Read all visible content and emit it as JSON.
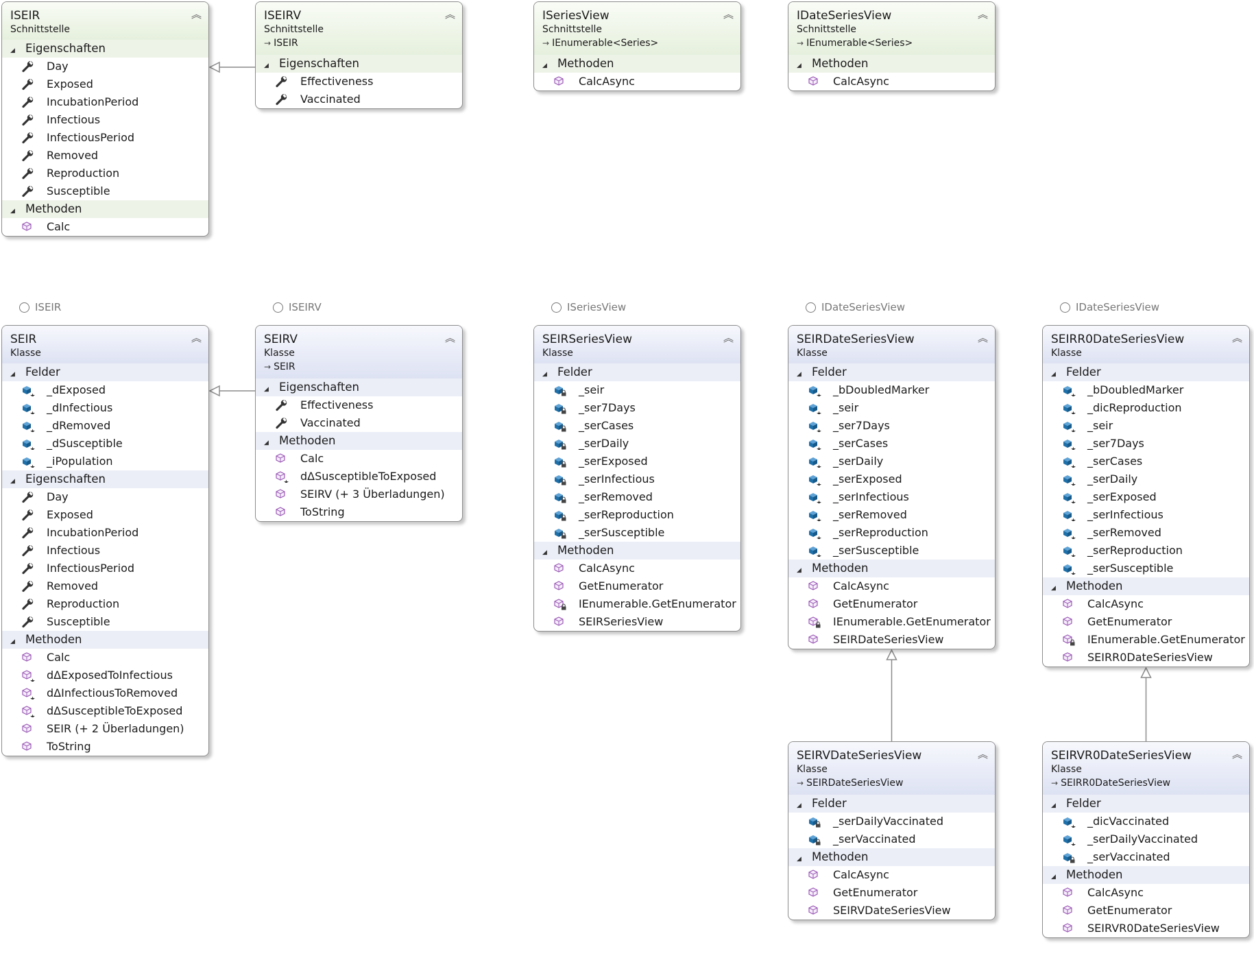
{
  "boxes": [
    {
      "id": "iseir",
      "kind": "iface",
      "name": "ISEIR",
      "stereotype": "Schnittstelle",
      "sections": [
        {
          "title": "Eigenschaften",
          "items": [
            {
              "t": "Day",
              "ic": "prop"
            },
            {
              "t": "Exposed",
              "ic": "prop"
            },
            {
              "t": "IncubationPeriod",
              "ic": "prop"
            },
            {
              "t": "Infectious",
              "ic": "prop"
            },
            {
              "t": "InfectiousPeriod",
              "ic": "prop"
            },
            {
              "t": "Removed",
              "ic": "prop"
            },
            {
              "t": "Reproduction",
              "ic": "prop"
            },
            {
              "t": "Susceptible",
              "ic": "prop"
            }
          ]
        },
        {
          "title": "Methoden",
          "items": [
            {
              "t": "Calc",
              "ic": "method"
            }
          ]
        }
      ]
    },
    {
      "id": "iseirv",
      "kind": "iface",
      "name": "ISEIRV",
      "stereotype": "Schnittstelle",
      "inherits": "ISEIR",
      "sections": [
        {
          "title": "Eigenschaften",
          "items": [
            {
              "t": "Effectiveness",
              "ic": "prop"
            },
            {
              "t": "Vaccinated",
              "ic": "prop"
            }
          ]
        }
      ]
    },
    {
      "id": "iseriesview",
      "kind": "iface",
      "name": "ISeriesView",
      "stereotype": "Schnittstelle",
      "inherits": "IEnumerable<Series>",
      "sections": [
        {
          "title": "Methoden",
          "items": [
            {
              "t": "CalcAsync",
              "ic": "method"
            }
          ]
        }
      ]
    },
    {
      "id": "idateseriesview",
      "kind": "iface",
      "name": "IDateSeriesView",
      "stereotype": "Schnittstelle",
      "inherits": "IEnumerable<Series>",
      "sections": [
        {
          "title": "Methoden",
          "items": [
            {
              "t": "CalcAsync",
              "ic": "method"
            }
          ]
        }
      ]
    },
    {
      "id": "seir",
      "kind": "cls",
      "name": "SEIR",
      "stereotype": "Klasse",
      "lollipop": "ISEIR",
      "sections": [
        {
          "title": "Felder",
          "items": [
            {
              "t": "_dExposed",
              "ic": "field-prot"
            },
            {
              "t": "_dInfectious",
              "ic": "field-prot"
            },
            {
              "t": "_dRemoved",
              "ic": "field-prot"
            },
            {
              "t": "_dSusceptible",
              "ic": "field-prot"
            },
            {
              "t": "_iPopulation",
              "ic": "field-prot"
            }
          ]
        },
        {
          "title": "Eigenschaften",
          "items": [
            {
              "t": "Day",
              "ic": "prop"
            },
            {
              "t": "Exposed",
              "ic": "prop"
            },
            {
              "t": "IncubationPeriod",
              "ic": "prop"
            },
            {
              "t": "Infectious",
              "ic": "prop"
            },
            {
              "t": "InfectiousPeriod",
              "ic": "prop"
            },
            {
              "t": "Removed",
              "ic": "prop"
            },
            {
              "t": "Reproduction",
              "ic": "prop"
            },
            {
              "t": "Susceptible",
              "ic": "prop"
            }
          ]
        },
        {
          "title": "Methoden",
          "items": [
            {
              "t": "Calc",
              "ic": "method"
            },
            {
              "t": "dΔExposedToInfectious",
              "ic": "method-prot"
            },
            {
              "t": "dΔInfectiousToRemoved",
              "ic": "method-prot"
            },
            {
              "t": "dΔSusceptibleToExposed",
              "ic": "method-prot"
            },
            {
              "t": "SEIR (+ 2 Überladungen)",
              "ic": "method"
            },
            {
              "t": "ToString",
              "ic": "method"
            }
          ]
        }
      ]
    },
    {
      "id": "seirv",
      "kind": "cls",
      "name": "SEIRV",
      "stereotype": "Klasse",
      "inherits": "SEIR",
      "lollipop": "ISEIRV",
      "sections": [
        {
          "title": "Eigenschaften",
          "items": [
            {
              "t": "Effectiveness",
              "ic": "prop"
            },
            {
              "t": "Vaccinated",
              "ic": "prop"
            }
          ]
        },
        {
          "title": "Methoden",
          "items": [
            {
              "t": "Calc",
              "ic": "method"
            },
            {
              "t": "dΔSusceptibleToExposed",
              "ic": "method-prot"
            },
            {
              "t": "SEIRV (+ 3 Überladungen)",
              "ic": "method"
            },
            {
              "t": "ToString",
              "ic": "method"
            }
          ]
        }
      ]
    },
    {
      "id": "seirseriesview",
      "kind": "cls",
      "name": "SEIRSeriesView",
      "stereotype": "Klasse",
      "lollipop": "ISeriesView",
      "sections": [
        {
          "title": "Felder",
          "items": [
            {
              "t": "_seir",
              "ic": "field-priv"
            },
            {
              "t": "_ser7Days",
              "ic": "field-priv"
            },
            {
              "t": "_serCases",
              "ic": "field-priv"
            },
            {
              "t": "_serDaily",
              "ic": "field-priv"
            },
            {
              "t": "_serExposed",
              "ic": "field-priv"
            },
            {
              "t": "_serInfectious",
              "ic": "field-priv"
            },
            {
              "t": "_serRemoved",
              "ic": "field-priv"
            },
            {
              "t": "_serReproduction",
              "ic": "field-priv"
            },
            {
              "t": "_serSusceptible",
              "ic": "field-priv"
            }
          ]
        },
        {
          "title": "Methoden",
          "items": [
            {
              "t": "CalcAsync",
              "ic": "method"
            },
            {
              "t": "GetEnumerator",
              "ic": "method"
            },
            {
              "t": "IEnumerable.GetEnumerator",
              "ic": "method-priv"
            },
            {
              "t": "SEIRSeriesView",
              "ic": "method"
            }
          ]
        }
      ]
    },
    {
      "id": "seirdateseriesview",
      "kind": "cls",
      "name": "SEIRDateSeriesView",
      "stereotype": "Klasse",
      "lollipop": "IDateSeriesView",
      "sections": [
        {
          "title": "Felder",
          "items": [
            {
              "t": "_bDoubledMarker",
              "ic": "field-prot"
            },
            {
              "t": "_seir",
              "ic": "field-prot"
            },
            {
              "t": "_ser7Days",
              "ic": "field-prot"
            },
            {
              "t": "_serCases",
              "ic": "field-prot"
            },
            {
              "t": "_serDaily",
              "ic": "field-prot"
            },
            {
              "t": "_serExposed",
              "ic": "field-prot"
            },
            {
              "t": "_serInfectious",
              "ic": "field-prot"
            },
            {
              "t": "_serRemoved",
              "ic": "field-prot"
            },
            {
              "t": "_serReproduction",
              "ic": "field-prot"
            },
            {
              "t": "_serSusceptible",
              "ic": "field-prot"
            }
          ]
        },
        {
          "title": "Methoden",
          "items": [
            {
              "t": "CalcAsync",
              "ic": "method"
            },
            {
              "t": "GetEnumerator",
              "ic": "method"
            },
            {
              "t": "IEnumerable.GetEnumerator",
              "ic": "method-priv"
            },
            {
              "t": "SEIRDateSeriesView",
              "ic": "method"
            }
          ]
        }
      ]
    },
    {
      "id": "seirr0dateseriesview",
      "kind": "cls",
      "name": "SEIRR0DateSeriesView",
      "stereotype": "Klasse",
      "lollipop": "IDateSeriesView",
      "sections": [
        {
          "title": "Felder",
          "items": [
            {
              "t": "_bDoubledMarker",
              "ic": "field-prot"
            },
            {
              "t": "_dicReproduction",
              "ic": "field-prot"
            },
            {
              "t": "_seir",
              "ic": "field-prot"
            },
            {
              "t": "_ser7Days",
              "ic": "field-prot"
            },
            {
              "t": "_serCases",
              "ic": "field-prot"
            },
            {
              "t": "_serDaily",
              "ic": "field-prot"
            },
            {
              "t": "_serExposed",
              "ic": "field-prot"
            },
            {
              "t": "_serInfectious",
              "ic": "field-prot"
            },
            {
              "t": "_serRemoved",
              "ic": "field-prot"
            },
            {
              "t": "_serReproduction",
              "ic": "field-prot"
            },
            {
              "t": "_serSusceptible",
              "ic": "field-prot"
            }
          ]
        },
        {
          "title": "Methoden",
          "items": [
            {
              "t": "CalcAsync",
              "ic": "method"
            },
            {
              "t": "GetEnumerator",
              "ic": "method"
            },
            {
              "t": "IEnumerable.GetEnumerator",
              "ic": "method-priv"
            },
            {
              "t": "SEIRR0DateSeriesView",
              "ic": "method"
            }
          ]
        }
      ]
    },
    {
      "id": "seirvdateseriesview",
      "kind": "cls",
      "name": "SEIRVDateSeriesView",
      "stereotype": "Klasse",
      "inherits": "SEIRDateSeriesView",
      "sections": [
        {
          "title": "Felder",
          "items": [
            {
              "t": "_serDailyVaccinated",
              "ic": "field-priv"
            },
            {
              "t": "_serVaccinated",
              "ic": "field-priv"
            }
          ]
        },
        {
          "title": "Methoden",
          "items": [
            {
              "t": "CalcAsync",
              "ic": "method"
            },
            {
              "t": "GetEnumerator",
              "ic": "method"
            },
            {
              "t": "SEIRVDateSeriesView",
              "ic": "method"
            }
          ]
        }
      ]
    },
    {
      "id": "seirvr0dateseriesview",
      "kind": "cls",
      "name": "SEIRVR0DateSeriesView",
      "stereotype": "Klasse",
      "inherits": "SEIRR0DateSeriesView",
      "sections": [
        {
          "title": "Felder",
          "items": [
            {
              "t": "_dicVaccinated",
              "ic": "field-prot"
            },
            {
              "t": "_serDailyVaccinated",
              "ic": "field-prot"
            },
            {
              "t": "_serVaccinated",
              "ic": "field-priv"
            }
          ]
        },
        {
          "title": "Methoden",
          "items": [
            {
              "t": "CalcAsync",
              "ic": "method"
            },
            {
              "t": "GetEnumerator",
              "ic": "method"
            },
            {
              "t": "SEIRVR0DateSeriesView",
              "ic": "method"
            }
          ]
        }
      ]
    }
  ],
  "relations": [
    {
      "from": "iseirv",
      "to": "iseir",
      "type": "generalization"
    },
    {
      "from": "seirv",
      "to": "seir",
      "type": "generalization"
    },
    {
      "from": "seirvdateseriesview",
      "to": "seirdateseriesview",
      "type": "generalization"
    },
    {
      "from": "seirvr0dateseriesview",
      "to": "seirr0dateseriesview",
      "type": "generalization"
    }
  ],
  "colors": {
    "interface_header": "#e6f0dd",
    "class_header": "#dde2f3",
    "border": "#8c8c8c",
    "property_icon": "#333333",
    "method_icon": "#9b59b6",
    "field_icon": "#1f6fa8"
  }
}
